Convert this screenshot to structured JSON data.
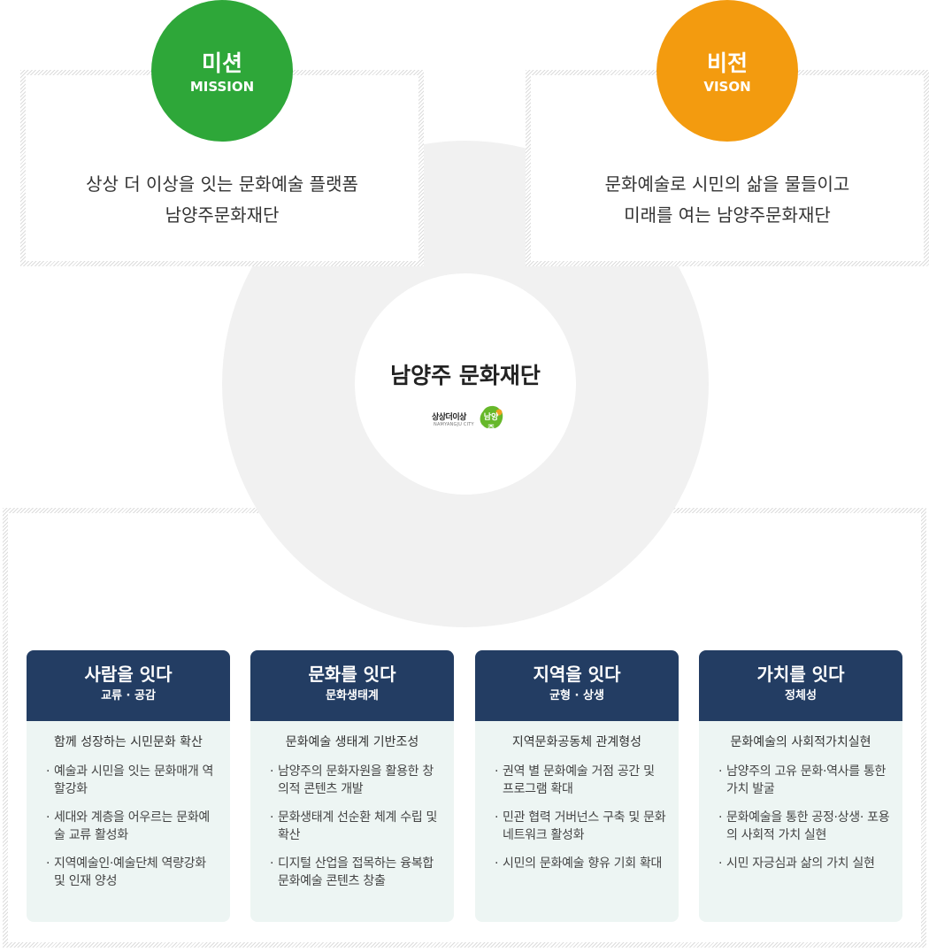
{
  "mission": {
    "title": "미션",
    "subtitle": "MISSION",
    "lines": [
      "상상 더 이상을 잇는 문화예술 플랫폼",
      "남양주문화재단"
    ],
    "color": "#2ea739"
  },
  "vision": {
    "title": "비전",
    "subtitle": "VISON",
    "lines": [
      "문화예술로 시민의 삶을 물들이고",
      "미래를 여는 남양주문화재단"
    ],
    "color": "#f39b0f"
  },
  "center": {
    "title": "남양주 문화재단",
    "logo_text": "상상더이상",
    "logo_sub": "NAMYANGJU CITY",
    "logo_mark": "남양주"
  },
  "values": [
    {
      "title": "사람을 잇다",
      "subtitle": "교류 · 공감",
      "heading": "함께 성장하는 시민문화 확산",
      "items": [
        "예술과 시민을 잇는 문화매개 역할강화",
        "세대와 계층을 어우르는 문화예술 교류 활성화",
        "지역예술인·예술단체 역량강화 및 인재 양성"
      ]
    },
    {
      "title": "문화를 잇다",
      "subtitle": "문화생태계",
      "heading": "문화예술 생태계 기반조성",
      "items": [
        "남양주의 문화자원을 활용한 창의적 콘텐츠 개발",
        "문화생태계 선순환 체계 수립 및 확산",
        "디지털 산업을 접목하는 융복합 문화예술 콘텐츠 창출"
      ]
    },
    {
      "title": "지역을 잇다",
      "subtitle": "균형 · 상생",
      "heading": "지역문화공동체 관계형성",
      "items": [
        "권역 별 문화예술 거점 공간 및 프로그램 확대",
        "민관 협력 거버넌스 구축 및 문화 네트워크 활성화",
        "시민의 문화예술 향유 기회 확대"
      ]
    },
    {
      "title": "가치를 잇다",
      "subtitle": "정체성",
      "heading": "문화예술의 사회적가치실현",
      "items": [
        "남양주의 고유 문화·역사를 통한 가치 발굴",
        "문화예술을 통한 공정·상생· 포용의 사회적 가치 실현",
        "시민 자긍심과 삶의 가치 실현"
      ]
    }
  ],
  "colors": {
    "card_header": "#233d63",
    "card_body": "#edf5f3",
    "ring": "#f1f1f1"
  }
}
